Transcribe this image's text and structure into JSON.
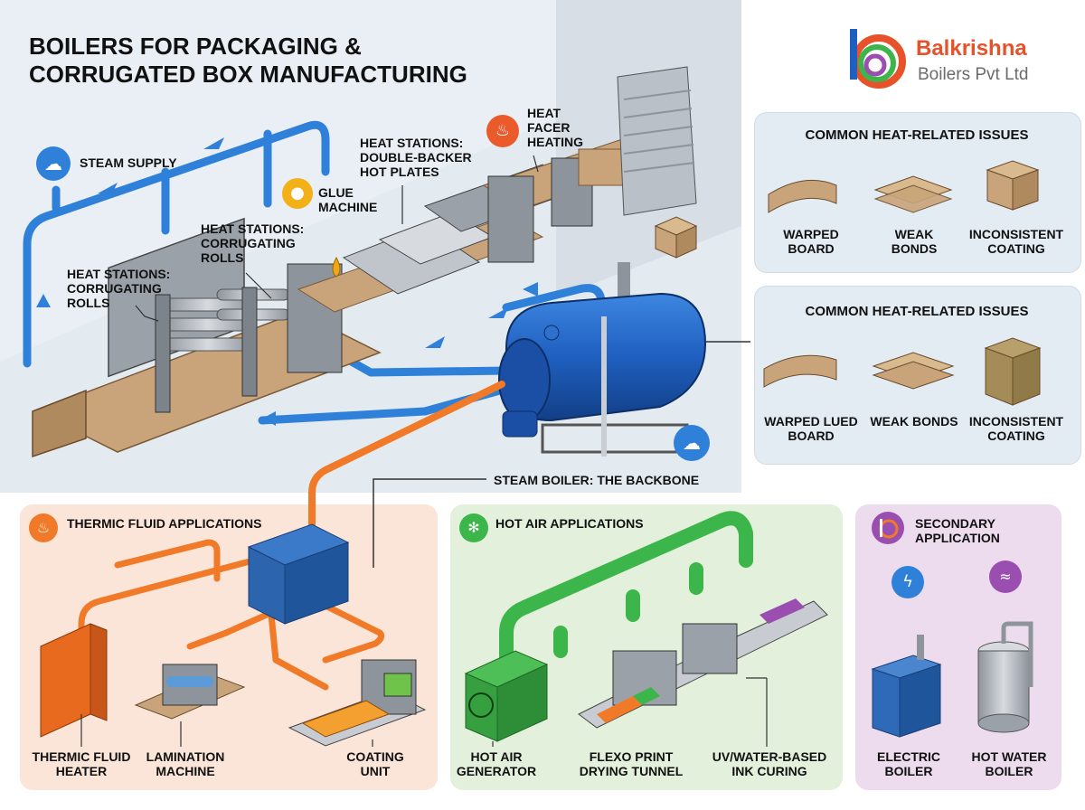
{
  "title": "BOILERS FOR PACKAGING &\nCORRUGATED BOX MANUFACTURING",
  "logo": {
    "line1": "Balkrishna",
    "line2": "Boilers Pvt Ltd"
  },
  "process": {
    "steam_supply": "STEAM SUPPLY",
    "heat_corr_left": "HEAT STATIONS:\nCORRUGATING\nROLLS",
    "heat_corr_mid": "HEAT STATIONS:\nCORRUGATING\nROLLS",
    "glue": "GLUE\nMACHINE",
    "double_backer": "HEAT STATIONS:\nDOUBLE-BACKER\nHOT PLATES",
    "facer": "HEAT\nFACER\nHEATING",
    "boiler": "STEAM BOILER: THE BACKBONE"
  },
  "issues_top": {
    "title": "COMMON HEAT-RELATED ISSUES",
    "items": [
      "WARPED\nBOARD",
      "WEAK\nBONDS",
      "INCONSISTENT\nCOATING"
    ]
  },
  "issues_bottom": {
    "title": "COMMON HEAT-RELATED ISSUES",
    "items": [
      "WARPED LUED\nBOARD",
      "WEAK BONDS",
      "INCONSISTENT\nCOATING"
    ]
  },
  "thermic": {
    "title": "THERMIC FLUID APPLICATIONS",
    "items": [
      "THERMIC FLUID\nHEATER",
      "LAMINATION\nMACHINE",
      "COATING\nUNIT"
    ]
  },
  "hotair": {
    "title": "HOT AIR APPLICATIONS",
    "items": [
      "HOT AIR\nGENERATOR",
      "FLEXO PRINT\nDRYING TUNNEL",
      "UV/WATER-BASED\nINK CURING"
    ]
  },
  "secondary": {
    "title": "SECONDARY\nAPPLICATION",
    "items": [
      "ELECTRIC\nBOILER",
      "HOT WATER\nBOILER"
    ]
  },
  "colors": {
    "steam_blue": "#2f80d8",
    "thermic_orange": "#f07a28",
    "hotair_green": "#3cb54a",
    "secondary_purple": "#9a4fb0",
    "boiler_blue": "#1f5fbf",
    "cardboard": "#c9a47a"
  },
  "icons": [
    "cloud-steam-icon",
    "flame-icon",
    "droplet-icon",
    "fan-icon",
    "lightning-icon",
    "water-drop-icon",
    "logo-b-icon"
  ]
}
